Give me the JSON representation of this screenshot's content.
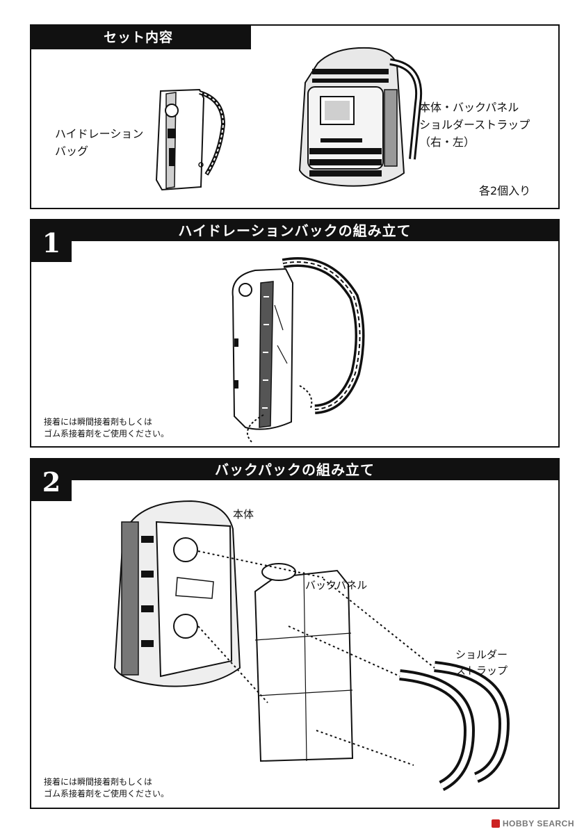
{
  "set_contents": {
    "title": "セット内容",
    "hydration_bag_label": "ハイドレーション\nバッグ",
    "backpack_label": "本体・バックパネル\nショルダーストラップ\n（右・左）",
    "quantity": "各2個入り"
  },
  "step1": {
    "number": "1",
    "title": "ハイドレーションバックの組み立て",
    "note": "接着には瞬間接着剤もしくは\nゴム系接着剤をご使用ください。"
  },
  "step2": {
    "number": "2",
    "title": "バックパックの組み立て",
    "body_label": "本体",
    "back_panel_label": "バックパネル",
    "shoulder_strap_label": "ショルダー\nストラップ",
    "note": "接着には瞬間接着剤もしくは\nゴム系接着剤をご使用ください。"
  },
  "footer": {
    "brand": "HOBBY SEARCH"
  },
  "icons": [
    "hydration-bag-illustration",
    "backpack-illustration",
    "assembly-diagram",
    "hobby-search-logo-icon"
  ]
}
